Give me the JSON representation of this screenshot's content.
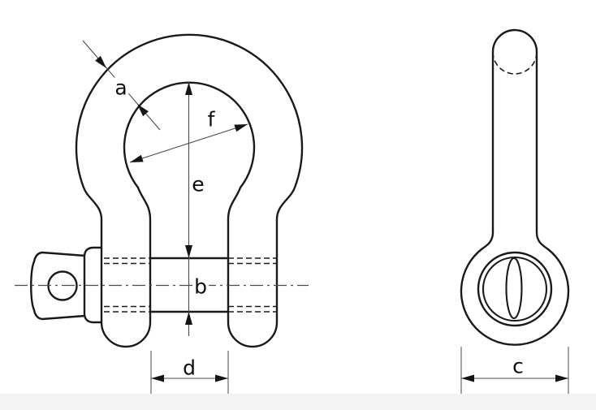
{
  "drawing": {
    "kind": "technical-dimension-diagram",
    "subject": "bow-shackle-with-screw-pin",
    "views": {
      "front": {
        "dimension_labels": [
          "a",
          "f",
          "e",
          "b",
          "d"
        ]
      },
      "side": {
        "dimension_labels": [
          "c"
        ]
      }
    }
  },
  "labels": {
    "a": "a",
    "b": "b",
    "c": "c",
    "d": "d",
    "e": "e",
    "f": "f"
  },
  "colors": {
    "background": "#ffffff",
    "bottom_strip": "#f3f3f3",
    "outline": "#1a1a1a",
    "dimension_line": "#4a4a4a",
    "arrow": "#141414",
    "label_text": "#0d0d0d"
  }
}
